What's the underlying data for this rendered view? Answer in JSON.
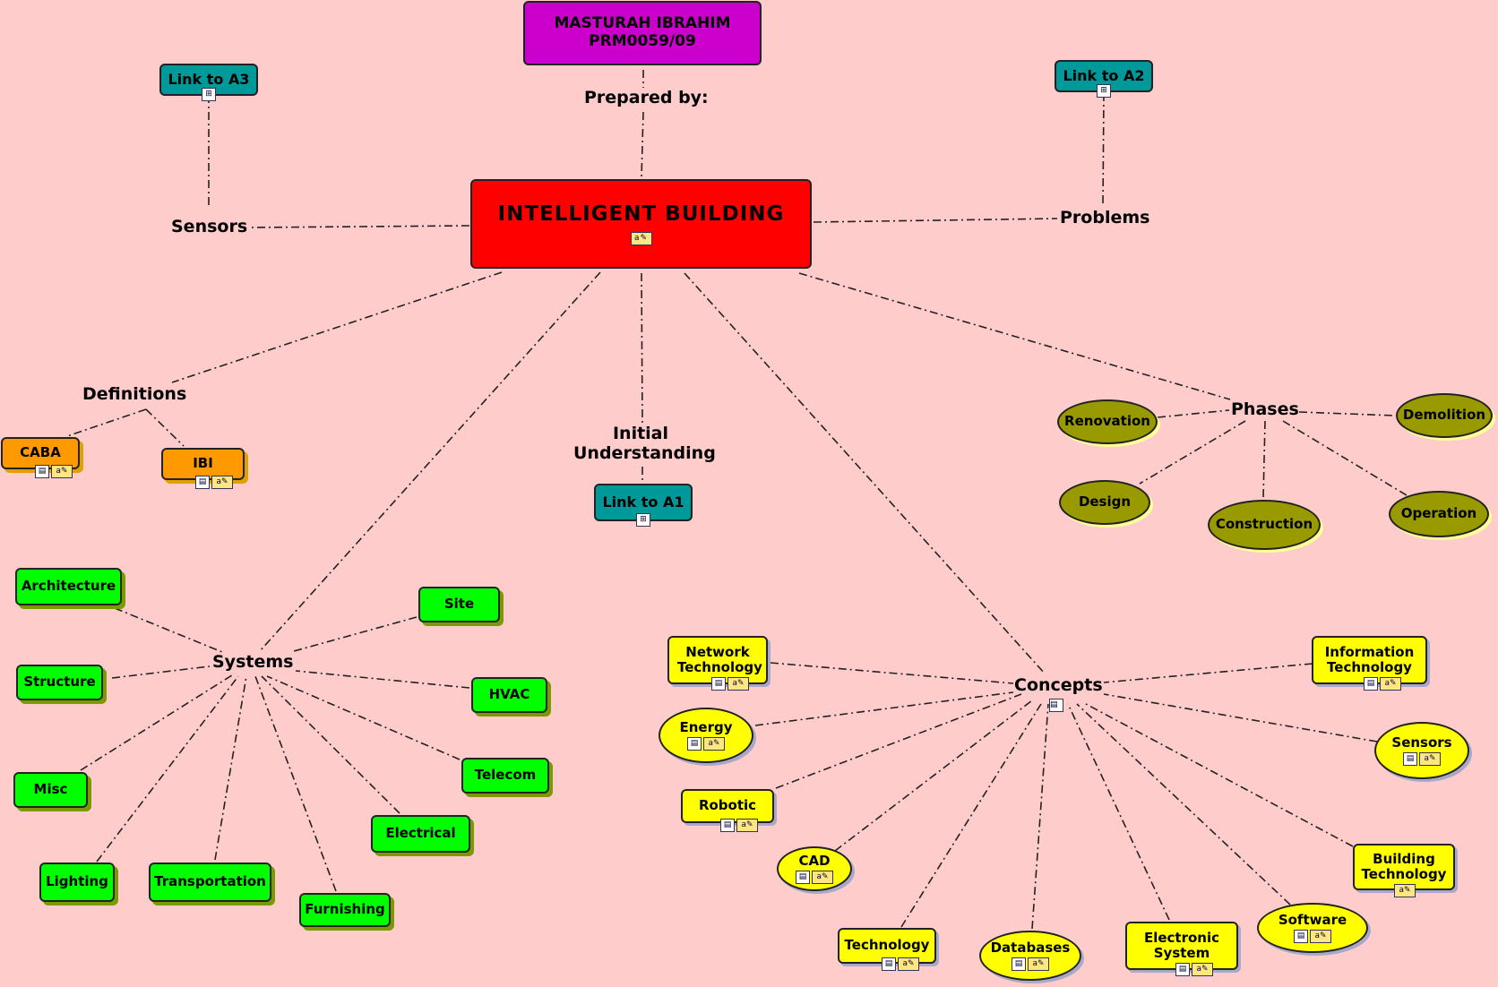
{
  "author": {
    "name": "MASTURAH IBRAHIM",
    "id": "PRM0059/09"
  },
  "central": {
    "title": "INTELLIGENT BUILDING"
  },
  "labels": {
    "prepared_by": "Prepared by:",
    "sensors": "Sensors",
    "problems": "Problems",
    "definitions": "Definitions",
    "initial_understanding": "Initial Understanding",
    "phases": "Phases",
    "systems": "Systems",
    "concepts": "Concepts"
  },
  "links": {
    "a1": "Link to A1",
    "a2": "Link to A2",
    "a3": "Link to A3"
  },
  "definitions": {
    "caba": "CABA",
    "ibi": "IBI"
  },
  "phases": {
    "renovation": "Renovation",
    "demolition": "Demolition",
    "design": "Design",
    "construction": "Construction",
    "operation": "Operation"
  },
  "systems": {
    "architecture": "Architecture",
    "site": "Site",
    "structure": "Structure",
    "hvac": "HVAC",
    "misc": "Misc",
    "telecom": "Telecom",
    "electrical": "Electrical",
    "lighting": "Lighting",
    "transportation": "Transportation",
    "furnishing": "Furnishing"
  },
  "concepts": {
    "network": "Network Technology",
    "info": "Information Technology",
    "energy": "Energy",
    "sensors": "Sensors",
    "robotic": "Robotic",
    "building": "Building Technology",
    "cad": "CAD",
    "software": "Software",
    "technology": "Technology",
    "databases": "Databases",
    "electronic": "Electronic System"
  },
  "colors": {
    "background": "#ffcccc",
    "author": "#cc00cc",
    "central": "#ff0000",
    "link": "#009999",
    "definition": "#ff9900",
    "phase": "#999900",
    "system": "#00ff00",
    "concept": "#ffff00"
  },
  "icons": {
    "linked_map": "linked-map-icon",
    "annotation": "annotation-icon",
    "document": "document-icon"
  }
}
